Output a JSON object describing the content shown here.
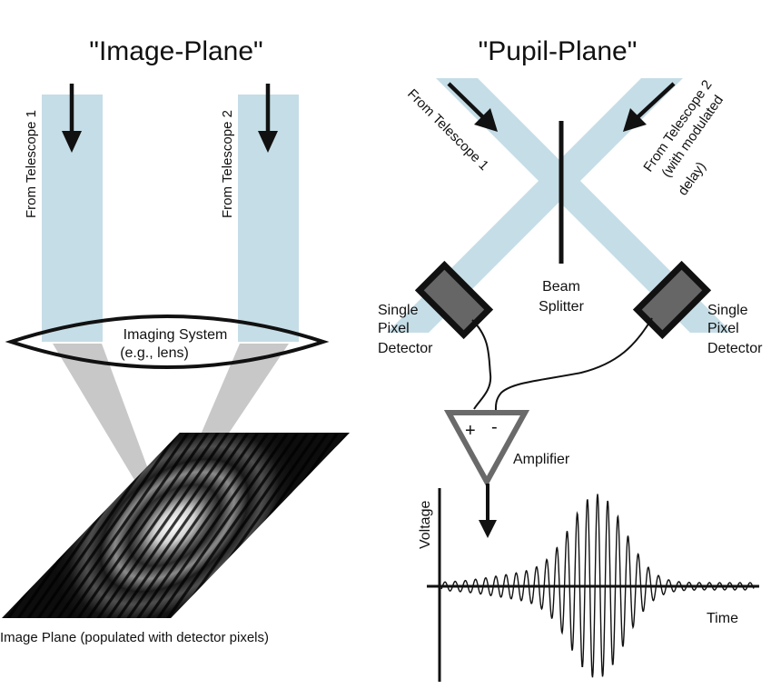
{
  "image_plane": {
    "title": "\"Image-Plane\"",
    "beam1_label": "From Telescope 1",
    "beam2_label": "From Telescope 2",
    "lens_label_line1": "Imaging System",
    "lens_label_line2": "(e.g., lens)",
    "plane_label": "Image Plane (populated with detector pixels)"
  },
  "pupil_plane": {
    "title": "\"Pupil-Plane\"",
    "beam1_label": "From Telescope 1",
    "beam2_label_line1": "From Telescope 2",
    "beam2_label_line2": "(with modulated",
    "beam2_label_line3": "delay)",
    "splitter_line1": "Beam",
    "splitter_line2": "Splitter",
    "detector_left_line1": "Single",
    "detector_left_line2": "Pixel",
    "detector_left_line3": "Detector",
    "detector_right_line1": "Single",
    "detector_right_line2": "Pixel",
    "detector_right_line3": "Detector",
    "amp_plus": "+",
    "amp_minus": "-",
    "amp_label": "Amplifier"
  },
  "signal_plot": {
    "ylabel": "Voltage",
    "xlabel": "Time"
  },
  "colors": {
    "beam": "#c5dde6",
    "cone": "#c8c8c8",
    "detector_fill": "#666666",
    "amplifier": "#6a6a6a",
    "ink": "#111111"
  }
}
